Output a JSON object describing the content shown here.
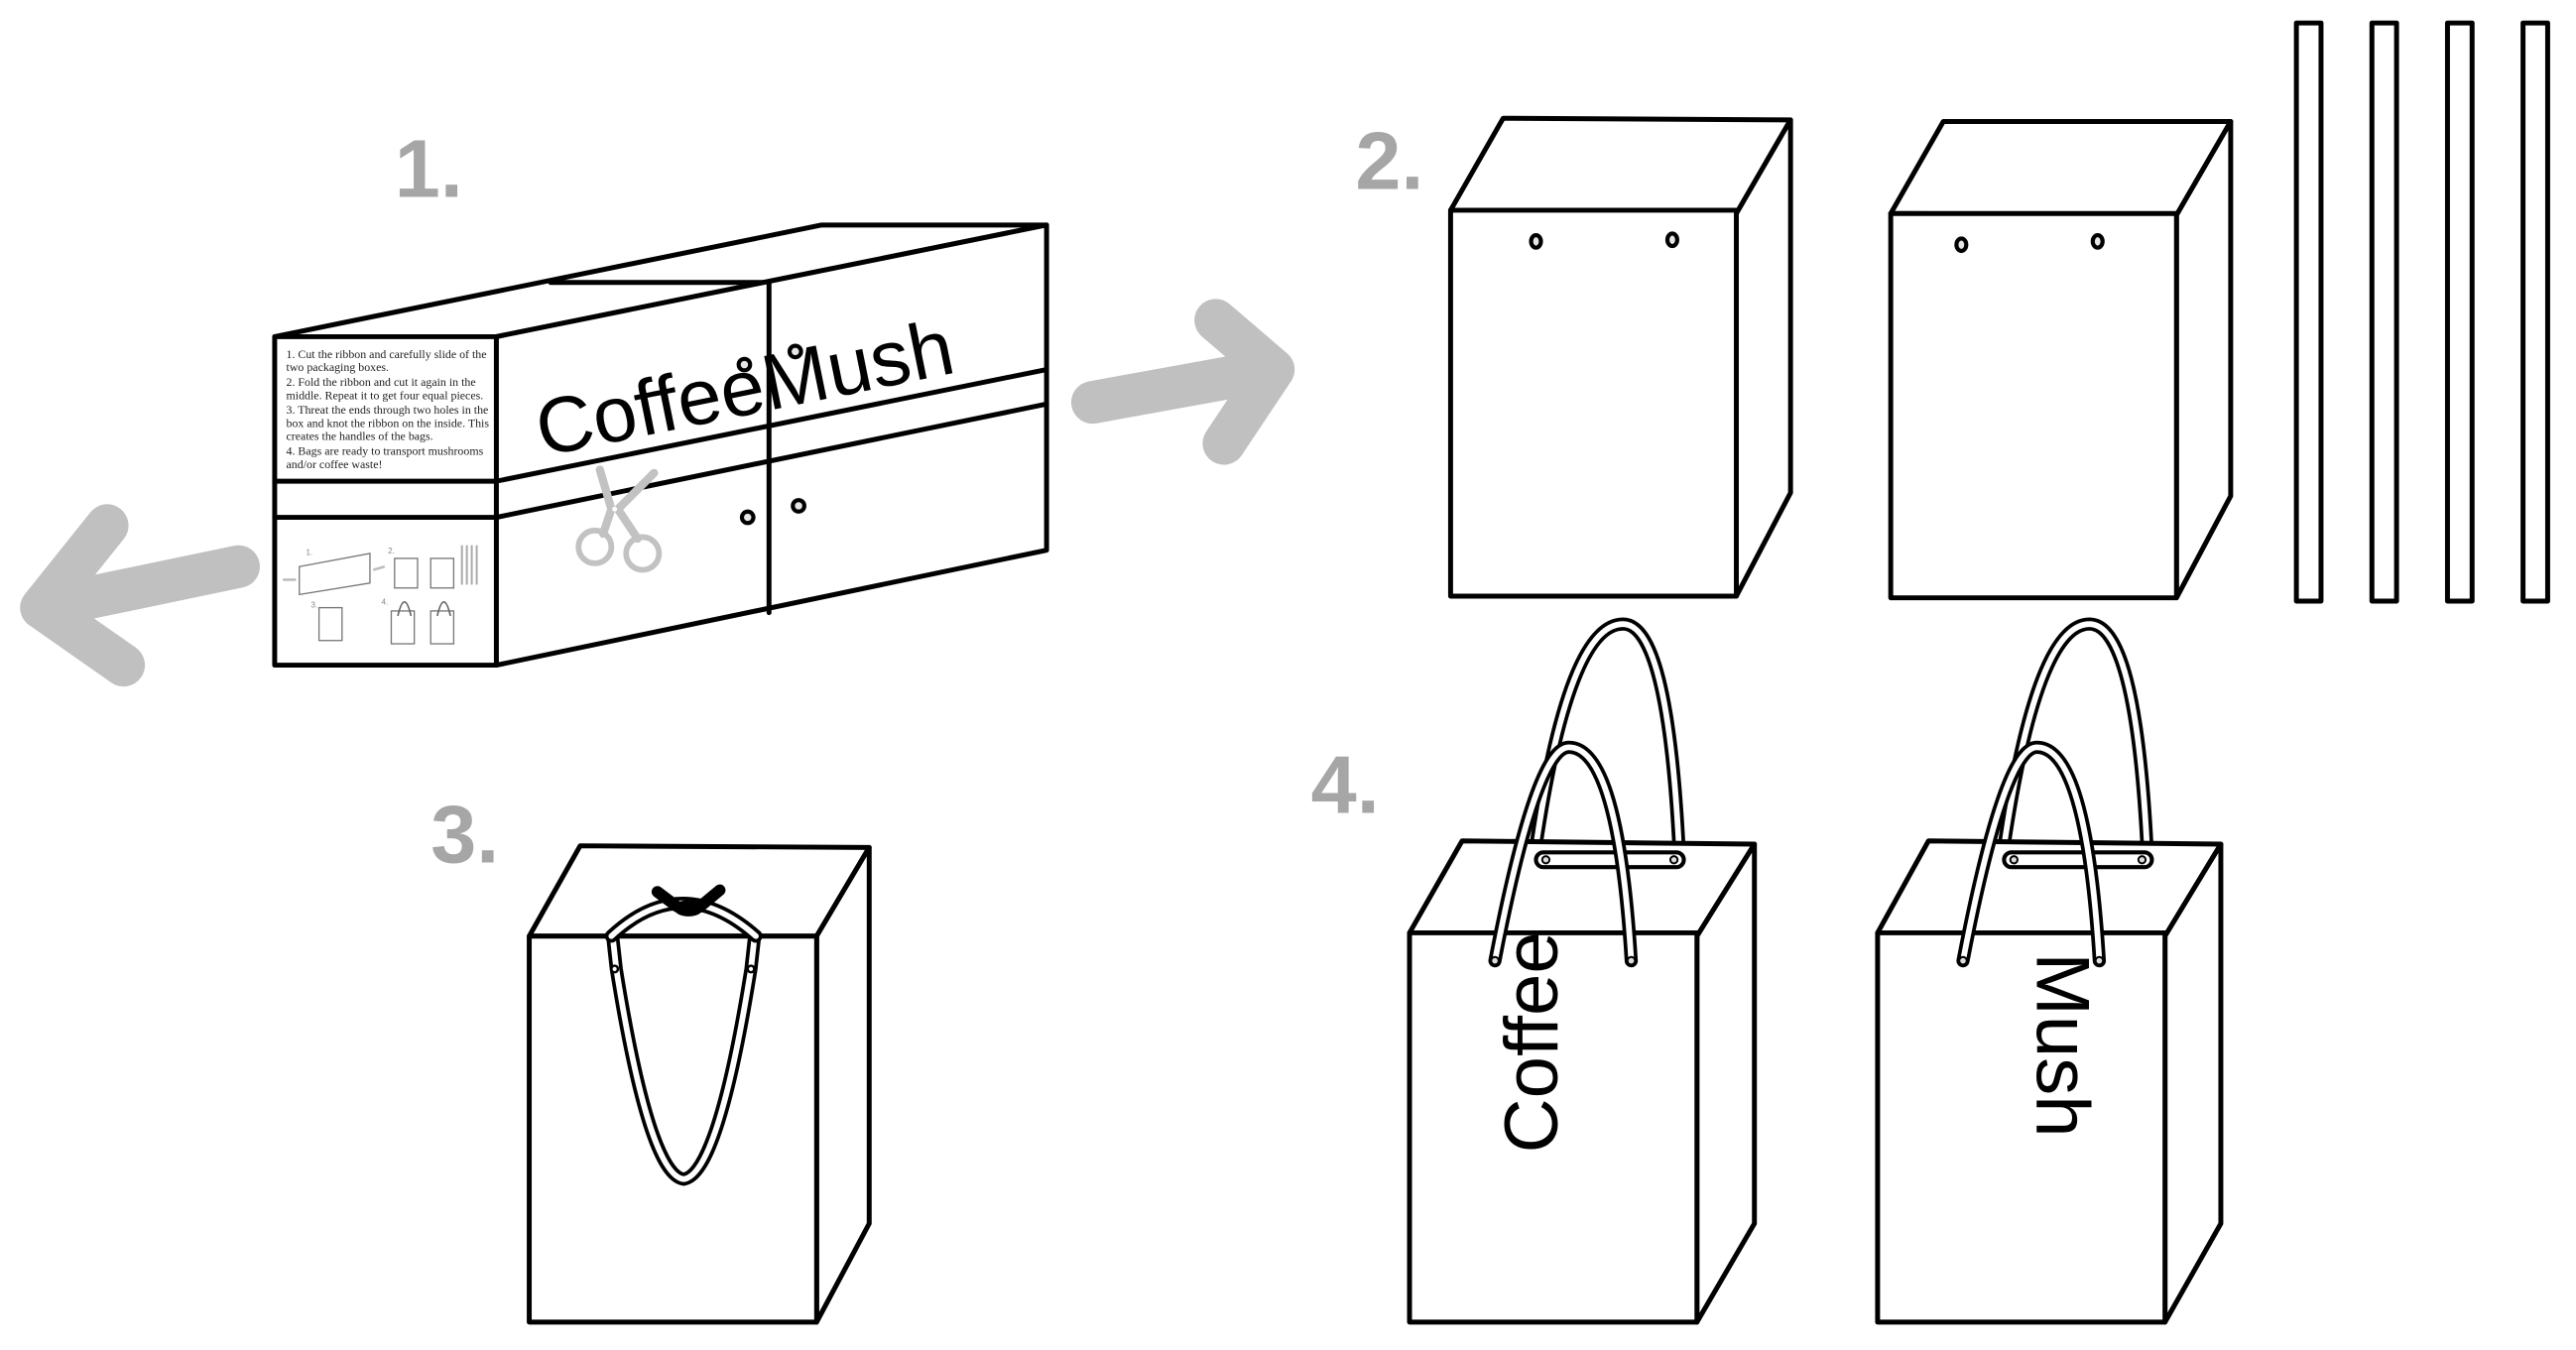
{
  "title": "CoffeeMush packaging reuse instructions",
  "colors": {
    "line": "#000000",
    "step_number": "#a6a6a6",
    "arrow": "#c0c0c0",
    "background": "#ffffff"
  },
  "steps": [
    {
      "number": "1.",
      "description": "Packaging box with ribbon"
    },
    {
      "number": "2.",
      "description": "Two boxes and four ribbon pieces"
    },
    {
      "number": "3.",
      "description": "Ribbon threaded and knotted"
    },
    {
      "number": "4.",
      "description": "Finished bags"
    }
  ],
  "box": {
    "brand_text": "CoffeeMush",
    "instructions": [
      "1. Cut the ribbon and carefully slide of the",
      "two packaging boxes.",
      "2. Fold the ribbon and cut it again in the",
      "middle. Repeat it to get four equal pieces.",
      "3. Threat the ends through two holes in the",
      "box and knot the ribbon on the inside. This",
      "creates the handles of the bags.",
      "4. Bags are ready to transport mushrooms",
      "and/or coffee waste!"
    ],
    "mini_labels": [
      "1.",
      "2.",
      "3.",
      "4."
    ]
  },
  "icons": {
    "cut": "scissors-icon",
    "slide_left": "arrow-left-icon",
    "slide_right": "arrow-right-icon"
  },
  "bags": [
    {
      "label": "Coffee"
    },
    {
      "label": "Mush"
    }
  ],
  "ribbon_pieces": 4
}
